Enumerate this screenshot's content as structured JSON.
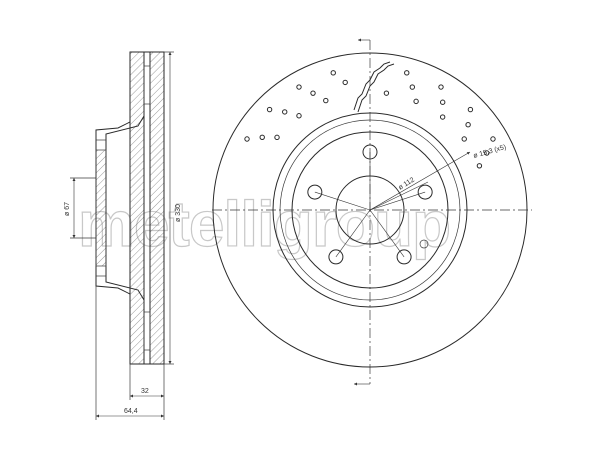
{
  "watermark": "metelligroup",
  "dimensions": {
    "hub_diameter": "ø 67",
    "outer_diameter": "ø 330",
    "thickness": "32",
    "overall_height": "64,4",
    "pcd": "ø 112",
    "bolt_holes": "ø 15,3 (x5)"
  },
  "colors": {
    "line": "#2a2a2a",
    "watermark": "#c8c8c8"
  }
}
